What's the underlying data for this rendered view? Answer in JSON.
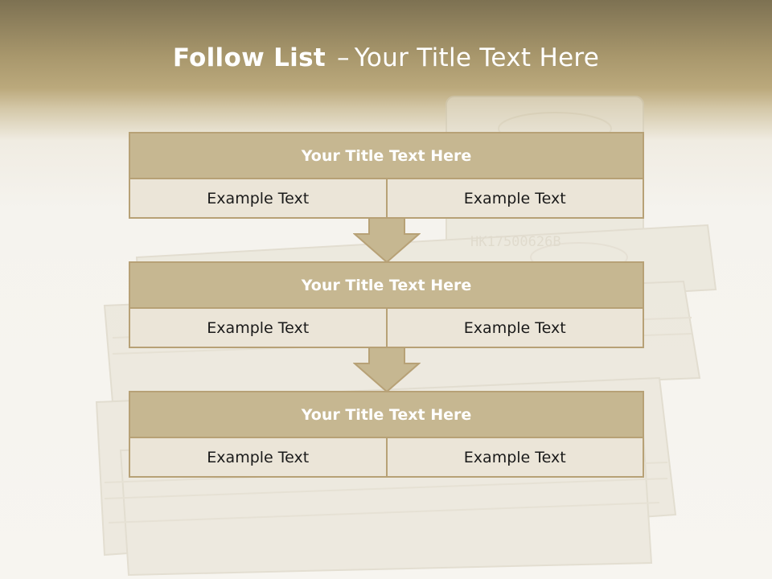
{
  "slide": {
    "title_bold": "Follow List",
    "title_dash": "–",
    "title_rest": "Your Title Text Here"
  },
  "blocks": [
    {
      "heading": "Your Title Text Here",
      "left": "Example Text",
      "right": "Example Text"
    },
    {
      "heading": "Your Title Text Here",
      "left": "Example Text",
      "right": "Example Text"
    },
    {
      "heading": "Your Title Text Here",
      "left": "Example Text",
      "right": "Example Text"
    }
  ],
  "colors": {
    "header_band": "#a8976c",
    "block_header": "#c6b791",
    "block_border": "#b7a176",
    "cell_fill": "#ebe5d8",
    "arrow_fill": "#c6b791"
  },
  "background": {
    "money_serial": "HK17500626B"
  }
}
